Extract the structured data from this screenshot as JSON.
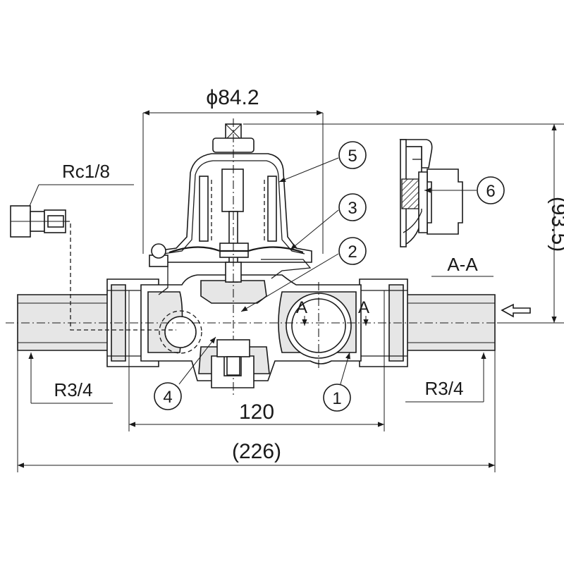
{
  "dimensions": {
    "diameter": "ϕ84.2",
    "height": "(93.5)",
    "body_length": "120",
    "overall_length": "(226)",
    "gauge_port": "Rc1/8",
    "inlet_thread": "R3/4",
    "outlet_thread": "R3/4"
  },
  "section_view": {
    "label": "A-A",
    "marker_left": "A",
    "marker_right": "A"
  },
  "parts": [
    "1",
    "2",
    "3",
    "4",
    "5",
    "6"
  ]
}
